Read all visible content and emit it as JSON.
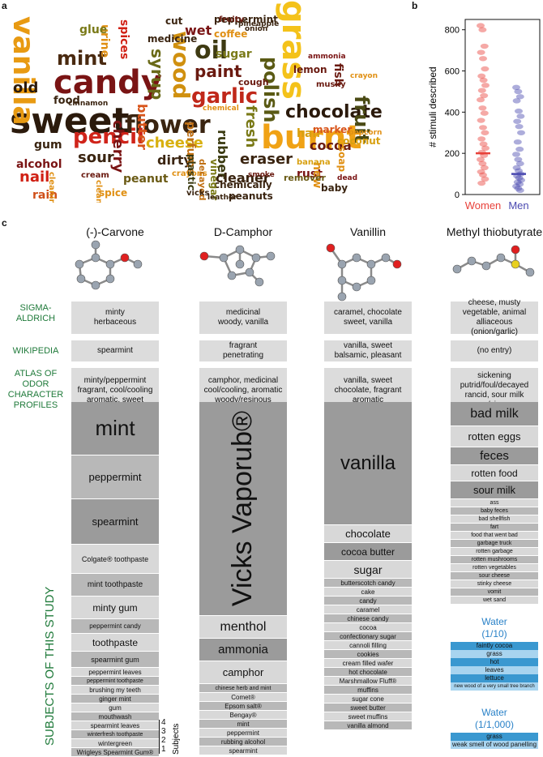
{
  "panels": {
    "a": "a",
    "b": "b",
    "c": "c"
  },
  "word_cloud": [
    {
      "t": "sweet",
      "s": 44,
      "c": "#2b1a0c",
      "r": 0
    },
    {
      "t": "candy",
      "s": 40,
      "c": "#7a1414",
      "r": 0
    },
    {
      "t": "vanilla",
      "s": 36,
      "c": "#e89a12",
      "r": 90
    },
    {
      "t": "grass",
      "s": 40,
      "c": "#f4c21a",
      "r": 90
    },
    {
      "t": "burnt",
      "s": 40,
      "c": "#f0a215",
      "r": 0
    },
    {
      "t": "flower",
      "s": 30,
      "c": "#3a2410",
      "r": 0
    },
    {
      "t": "garlic",
      "s": 26,
      "c": "#c0281a",
      "r": 0
    },
    {
      "t": "wood",
      "s": 28,
      "c": "#d0900f",
      "r": 90
    },
    {
      "t": "oil",
      "s": 30,
      "c": "#3e3a12",
      "r": 0
    },
    {
      "t": "pencil",
      "s": 26,
      "c": "#d0241a",
      "r": 0
    },
    {
      "t": "chocolate",
      "s": 22,
      "c": "#2b1a0c",
      "r": 0
    },
    {
      "t": "polish",
      "s": 24,
      "c": "#5a5a14",
      "r": 90
    },
    {
      "t": "mint",
      "s": 24,
      "c": "#4a2a10",
      "r": 0
    },
    {
      "t": "syrup",
      "s": 20,
      "c": "#6a6a18",
      "r": 90
    },
    {
      "t": "cheese",
      "s": 18,
      "c": "#d8b010",
      "r": 0
    },
    {
      "t": "paint",
      "s": 20,
      "c": "#6a1a10",
      "r": 0
    },
    {
      "t": "fruit",
      "s": 24,
      "c": "#4a4a14",
      "r": 90
    },
    {
      "t": "sour",
      "s": 18,
      "c": "#3a2410",
      "r": 0
    },
    {
      "t": "cherry",
      "s": 18,
      "c": "#7a1414",
      "r": 90
    },
    {
      "t": "butter",
      "s": 16,
      "c": "#d8541a",
      "r": 90
    },
    {
      "t": "eraser",
      "s": 18,
      "c": "#3a2410",
      "r": 0
    },
    {
      "t": "fresh",
      "s": 18,
      "c": "#7a7a18",
      "r": 90
    },
    {
      "t": "rubber",
      "s": 16,
      "c": "#3a3a10",
      "r": 90
    },
    {
      "t": "dirty",
      "s": 16,
      "c": "#3a2410",
      "r": 0
    },
    {
      "t": "cleaner",
      "s": 16,
      "c": "#3a2410",
      "r": 0
    },
    {
      "t": "peanut",
      "s": 14,
      "c": "#6a5a14",
      "r": 0
    },
    {
      "t": "perfume",
      "s": 14,
      "c": "#c07014",
      "r": 90
    },
    {
      "t": "alcohol",
      "s": 14,
      "c": "#7a1414",
      "r": 0
    },
    {
      "t": "nail",
      "s": 18,
      "c": "#d02014",
      "r": 0
    },
    {
      "t": "old",
      "s": 18,
      "c": "#2b1a0c",
      "r": 0
    },
    {
      "t": "gum",
      "s": 14,
      "c": "#3a2410",
      "r": 0
    },
    {
      "t": "rain",
      "s": 14,
      "c": "#d0501a",
      "r": 0
    },
    {
      "t": "spice",
      "s": 12,
      "c": "#e09014",
      "r": 0
    },
    {
      "t": "cocoa",
      "s": 16,
      "c": "#6a1a10",
      "r": 0
    },
    {
      "t": "rust",
      "s": 14,
      "c": "#7a1414",
      "r": 0
    },
    {
      "t": "hair",
      "s": 14,
      "c": "#d8a010",
      "r": 0
    },
    {
      "t": "sugar",
      "s": 14,
      "c": "#7a7a18",
      "r": 0
    },
    {
      "t": "lemon",
      "s": 12,
      "c": "#6a1a10",
      "r": 0
    },
    {
      "t": "marker",
      "s": 12,
      "c": "#d8541a",
      "r": 0
    },
    {
      "t": "coffee",
      "s": 12,
      "c": "#e09014",
      "r": 0
    },
    {
      "t": "wet",
      "s": 16,
      "c": "#7a1414",
      "r": 0
    },
    {
      "t": "spices",
      "s": 14,
      "c": "#d02014",
      "r": 90
    },
    {
      "t": "urine",
      "s": 14,
      "c": "#e09014",
      "r": 90
    },
    {
      "t": "glue",
      "s": 14,
      "c": "#7a7a18",
      "r": 0
    },
    {
      "t": "food",
      "s": 13,
      "c": "#3a2410",
      "r": 0
    },
    {
      "t": "peppermint",
      "s": 12,
      "c": "#3a2410",
      "r": 0
    },
    {
      "t": "medicine",
      "s": 12,
      "c": "#3a2410",
      "r": 0
    },
    {
      "t": "crayons",
      "s": 10,
      "c": "#e09014",
      "r": 0
    },
    {
      "t": "baby",
      "s": 12,
      "c": "#3a2410",
      "r": 0
    },
    {
      "t": "soap",
      "s": 12,
      "c": "#e09014",
      "r": 90
    },
    {
      "t": "coconut",
      "s": 12,
      "c": "#d8a010",
      "r": 0
    },
    {
      "t": "peanuts",
      "s": 12,
      "c": "#3a2410",
      "r": 0
    },
    {
      "t": "chemically",
      "s": 12,
      "c": "#3a2410",
      "r": 0
    },
    {
      "t": "new",
      "s": 14,
      "c": "#e09014",
      "r": 90
    },
    {
      "t": "fish",
      "s": 14,
      "c": "#6a1a10",
      "r": 90
    },
    {
      "t": "decayed",
      "s": 11,
      "c": "#c07014",
      "r": 90
    },
    {
      "t": "vinegar",
      "s": 12,
      "c": "#7a7a18",
      "r": 90
    },
    {
      "t": "cleaning",
      "s": 10,
      "c": "#e09014",
      "r": 90
    },
    {
      "t": "vicks",
      "s": 10,
      "c": "#3a2410",
      "r": 0
    },
    {
      "t": "dead",
      "s": 9,
      "c": "#7a1414",
      "r": 0
    },
    {
      "t": "remover",
      "s": 11,
      "c": "#6a5a14",
      "r": 0
    },
    {
      "t": "popcorn",
      "s": 9,
      "c": "#e09014",
      "r": 0
    },
    {
      "t": "cough",
      "s": 11,
      "c": "#6a1a10",
      "r": 0
    },
    {
      "t": "musky",
      "s": 10,
      "c": "#6a1a10",
      "r": 0
    },
    {
      "t": "plastic",
      "s": 12,
      "c": "#3a3a10",
      "r": 90
    },
    {
      "t": "chemical",
      "s": 9,
      "c": "#e09014",
      "r": 0
    },
    {
      "t": "fruity",
      "s": 10,
      "c": "#6a1a10",
      "r": 0
    },
    {
      "t": "onion",
      "s": 9,
      "c": "#3a2410",
      "r": 0
    },
    {
      "t": "pineapple",
      "s": 9,
      "c": "#3a2410",
      "r": 0
    },
    {
      "t": "cut",
      "s": 12,
      "c": "#3a2410",
      "r": 0
    },
    {
      "t": "leather",
      "s": 9,
      "c": "#3a2410",
      "r": 0
    },
    {
      "t": "cream",
      "s": 10,
      "c": "#6a1a10",
      "r": 0
    },
    {
      "t": "cinnamon",
      "s": 9,
      "c": "#3a2410",
      "r": 0
    },
    {
      "t": "banana",
      "s": 10,
      "c": "#d8a010",
      "r": 0
    },
    {
      "t": "smoke",
      "s": 9,
      "c": "#6a1a10",
      "r": 0
    },
    {
      "t": "clean",
      "s": 10,
      "c": "#e09014",
      "r": 90
    },
    {
      "t": "ammonia",
      "s": 9,
      "c": "#7a1414",
      "r": 0
    },
    {
      "t": "crayon",
      "s": 9,
      "c": "#e09014",
      "r": 0
    }
  ],
  "scatter": {
    "ylabel": "# stimuli described",
    "yticks": [
      "0",
      "200",
      "400",
      "600",
      "800"
    ],
    "groups": [
      {
        "name": "Women",
        "color": "#e8413a",
        "points": [
          820,
          800,
          720,
          690,
          660,
          610,
          575,
          555,
          530,
          505,
          480,
          460,
          420,
          395,
          360,
          325,
          300,
          270,
          245,
          225,
          205,
          190,
          170,
          150,
          130,
          110,
          95,
          75,
          55
        ]
      },
      {
        "name": "Men",
        "color": "#4a49b0",
        "points": [
          520,
          500,
          475,
          455,
          405,
          380,
          355,
          330,
          300,
          255,
          220,
          195,
          170,
          150,
          130,
          115,
          100,
          90,
          80,
          70,
          60,
          50,
          40,
          30,
          20
        ]
      }
    ],
    "medians": [
      {
        "group": "Women",
        "value": 200
      },
      {
        "group": "Men",
        "value": 100
      }
    ]
  },
  "chart_data": {
    "type": "scatter",
    "xlabel": "",
    "ylabel": "# stimuli described",
    "ylim": [
      0,
      850
    ],
    "categories": [
      "Women",
      "Men"
    ],
    "series": [
      {
        "name": "Women",
        "values": [
          820,
          800,
          720,
          690,
          660,
          610,
          575,
          555,
          530,
          505,
          480,
          460,
          420,
          395,
          360,
          325,
          300,
          270,
          245,
          225,
          205,
          190,
          170,
          150,
          130,
          110,
          95,
          75,
          55
        ],
        "median": 200
      },
      {
        "name": "Men",
        "values": [
          520,
          500,
          475,
          455,
          405,
          380,
          355,
          330,
          300,
          255,
          220,
          195,
          170,
          150,
          130,
          115,
          100,
          90,
          80,
          70,
          60,
          50,
          40,
          30,
          20
        ],
        "median": 100
      }
    ]
  },
  "molecules": [
    "(-)-Carvone",
    "D-Camphor",
    "Vanillin",
    "Methyl thiobutyrate"
  ],
  "sources": {
    "labels": [
      "SIGMA-\nALDRICH",
      "WIKIPEDIA",
      "ATLAS OF\nODOR\nCHARACTER\nPROFILES"
    ],
    "sigma": [
      "minty\nherbaceous",
      "medicinal\nwoody, vanilla",
      "caramel, chocolate\nsweet, vanilla",
      "cheese, musty\nvegetable, animal\nalliaceous (onion/garlic)"
    ],
    "wikipedia": [
      "spearmint",
      "fragrant\npenetrating",
      "vanilla, sweet\nbalsamic, pleasant",
      "(no entry)"
    ],
    "atlas": [
      "minty/peppermint\nfragrant, cool/cooling\naromatic, sweet",
      "camphor, medicinal\ncool/cooling, aromatic\nwoody/resinous",
      "vanilla, sweet\nchocolate, fragrant\naromatic",
      "sickening\nputrid/foul/decayed\nrancid, sour milk\nsour/vinegar"
    ]
  },
  "subjects_label": "SUBJECTS OF THIS STUDY",
  "subjects_axis": {
    "label": "Subjects",
    "ticks": [
      "4",
      "3",
      "2",
      "1"
    ]
  },
  "stacks": [
    [
      {
        "t": "mint",
        "h": 66,
        "f": 26,
        "d": 4
      },
      {
        "t": "peppermint",
        "h": 54,
        "f": 13,
        "d": 3
      },
      {
        "t": "spearmint",
        "h": 56,
        "f": 13,
        "d": 4
      },
      {
        "t": "Colgate® toothpaste",
        "h": 36,
        "f": 9,
        "d": 2
      },
      {
        "t": "mint toothpaste",
        "h": 28,
        "f": 10,
        "d": 3
      },
      {
        "t": "minty gum",
        "h": 28,
        "f": 12,
        "d": 2
      },
      {
        "t": "peppermint candy",
        "h": 18,
        "f": 8,
        "d": 3
      },
      {
        "t": "toothpaste",
        "h": 22,
        "f": 12,
        "d": 2
      },
      {
        "t": "spearmint gum",
        "h": 20,
        "f": 9,
        "d": 3
      },
      {
        "t": "peppermint leaves",
        "h": 11,
        "f": 8,
        "d": 2
      },
      {
        "t": "peppermint toothpaste",
        "h": 11,
        "f": 7,
        "d": 3
      },
      {
        "t": "brushing my teeth",
        "h": 11,
        "f": 8,
        "d": 2
      },
      {
        "t": "ginger mint",
        "h": 11,
        "f": 8,
        "d": 3
      },
      {
        "t": "gum",
        "h": 11,
        "f": 8,
        "d": 2
      },
      {
        "t": "mouthwash",
        "h": 11,
        "f": 8,
        "d": 3
      },
      {
        "t": "spearmint leaves",
        "h": 11,
        "f": 8,
        "d": 2
      },
      {
        "t": "winterfresh toothpaste",
        "h": 11,
        "f": 7,
        "d": 3
      },
      {
        "t": "wintergreen",
        "h": 11,
        "f": 8,
        "d": 2
      },
      {
        "t": "Wrigleys Spearmint Gum®",
        "h": 11,
        "f": 8,
        "d": 3
      }
    ],
    [
      {
        "t": "Vicks Vaporub®",
        "h": 264,
        "f": 34,
        "d": 4,
        "rot": true
      },
      {
        "t": "menthol",
        "h": 28,
        "f": 16,
        "d": 2
      },
      {
        "t": "ammonia",
        "h": 28,
        "f": 15,
        "d": 4
      },
      {
        "t": "camphor",
        "h": 28,
        "f": 13,
        "d": 2
      },
      {
        "t": "chinese herb and mint",
        "h": 11,
        "f": 7,
        "d": 3
      },
      {
        "t": "Comet®",
        "h": 11,
        "f": 8,
        "d": 2
      },
      {
        "t": "Epsom salt®",
        "h": 11,
        "f": 8,
        "d": 3
      },
      {
        "t": "Bengay®",
        "h": 11,
        "f": 8,
        "d": 2
      },
      {
        "t": "mint",
        "h": 11,
        "f": 8,
        "d": 3
      },
      {
        "t": "peppermint",
        "h": 11,
        "f": 8,
        "d": 2
      },
      {
        "t": "rubbing alcohol",
        "h": 11,
        "f": 8,
        "d": 3
      },
      {
        "t": "spearmint",
        "h": 11,
        "f": 8,
        "d": 2
      }
    ],
    [
      {
        "t": "vanilla",
        "h": 152,
        "f": 24,
        "d": 4
      },
      {
        "t": "chocolate",
        "h": 22,
        "f": 13,
        "d": 2
      },
      {
        "t": "cocoa butter",
        "h": 22,
        "f": 12,
        "d": 4
      },
      {
        "t": "sugar",
        "h": 22,
        "f": 14,
        "d": 2
      },
      {
        "t": "butterscotch candy",
        "h": 11,
        "f": 8,
        "d": 3
      },
      {
        "t": "cake",
        "h": 11,
        "f": 8,
        "d": 2
      },
      {
        "t": "candy",
        "h": 11,
        "f": 8,
        "d": 3
      },
      {
        "t": "caramel",
        "h": 11,
        "f": 8,
        "d": 2
      },
      {
        "t": "chinese candy",
        "h": 11,
        "f": 8,
        "d": 3
      },
      {
        "t": "cocoa",
        "h": 11,
        "f": 8,
        "d": 2
      },
      {
        "t": "confectionary sugar",
        "h": 11,
        "f": 8,
        "d": 3
      },
      {
        "t": "cannoli filling",
        "h": 11,
        "f": 8,
        "d": 2
      },
      {
        "t": "cookies",
        "h": 11,
        "f": 8,
        "d": 3
      },
      {
        "t": "cream filled wafer",
        "h": 11,
        "f": 8,
        "d": 2
      },
      {
        "t": "hot chocolate",
        "h": 11,
        "f": 8,
        "d": 3
      },
      {
        "t": "Marshmallow Fluff®",
        "h": 11,
        "f": 8,
        "d": 2
      },
      {
        "t": "muffins",
        "h": 11,
        "f": 8,
        "d": 3
      },
      {
        "t": "sugar cone",
        "h": 11,
        "f": 8,
        "d": 2
      },
      {
        "t": "sweet butter",
        "h": 11,
        "f": 8,
        "d": 3
      },
      {
        "t": "sweet muffins",
        "h": 11,
        "f": 8,
        "d": 2
      },
      {
        "t": "vanilla almond",
        "h": 11,
        "f": 8,
        "d": 3
      }
    ],
    [
      {
        "t": "bad milk",
        "h": 30,
        "f": 16,
        "d": 4
      },
      {
        "t": "rotten eggs",
        "h": 26,
        "f": 13,
        "d": 2
      },
      {
        "t": "feces",
        "h": 22,
        "f": 15,
        "d": 4
      },
      {
        "t": "rotten food",
        "h": 20,
        "f": 12,
        "d": 2
      },
      {
        "t": "sour milk",
        "h": 22,
        "f": 13,
        "d": 4
      },
      {
        "t": "ass",
        "h": 10,
        "f": 7,
        "d": 2
      },
      {
        "t": "baby feces",
        "h": 10,
        "f": 7,
        "d": 3
      },
      {
        "t": "bad shellfish",
        "h": 10,
        "f": 7,
        "d": 2
      },
      {
        "t": "fart",
        "h": 10,
        "f": 7,
        "d": 3
      },
      {
        "t": "food that went bad",
        "h": 10,
        "f": 7,
        "d": 2
      },
      {
        "t": "garbage truck",
        "h": 10,
        "f": 7,
        "d": 3
      },
      {
        "t": "rotten garbage",
        "h": 10,
        "f": 7,
        "d": 2
      },
      {
        "t": "rotten mushrooms",
        "h": 10,
        "f": 7,
        "d": 3
      },
      {
        "t": "rotten vegetables",
        "h": 10,
        "f": 7,
        "d": 2
      },
      {
        "t": "sour cheese",
        "h": 10,
        "f": 7,
        "d": 3
      },
      {
        "t": "stinky cheese",
        "h": 10,
        "f": 7,
        "d": 2
      },
      {
        "t": "vomit",
        "h": 10,
        "f": 7,
        "d": 3
      },
      {
        "t": "wet sand",
        "h": 10,
        "f": 7,
        "d": 2
      }
    ]
  ],
  "water": [
    {
      "title": "Water\n(1/10)",
      "items": [
        "faintly cocoa",
        "grass",
        "hot",
        "leaves",
        "lettuce",
        "new wood of a very small tree branch"
      ]
    },
    {
      "title": "Water\n(1/1,000)",
      "items": [
        "grass",
        "weak smell of wood panelling"
      ]
    }
  ],
  "colors": {
    "d4": "#9b9b9b",
    "d3": "#b8b8b8",
    "d2": "#d8d8d8",
    "water_dark": "#3a98d0",
    "water_light": "#a8d4ef",
    "green": "#1f7a3a"
  }
}
